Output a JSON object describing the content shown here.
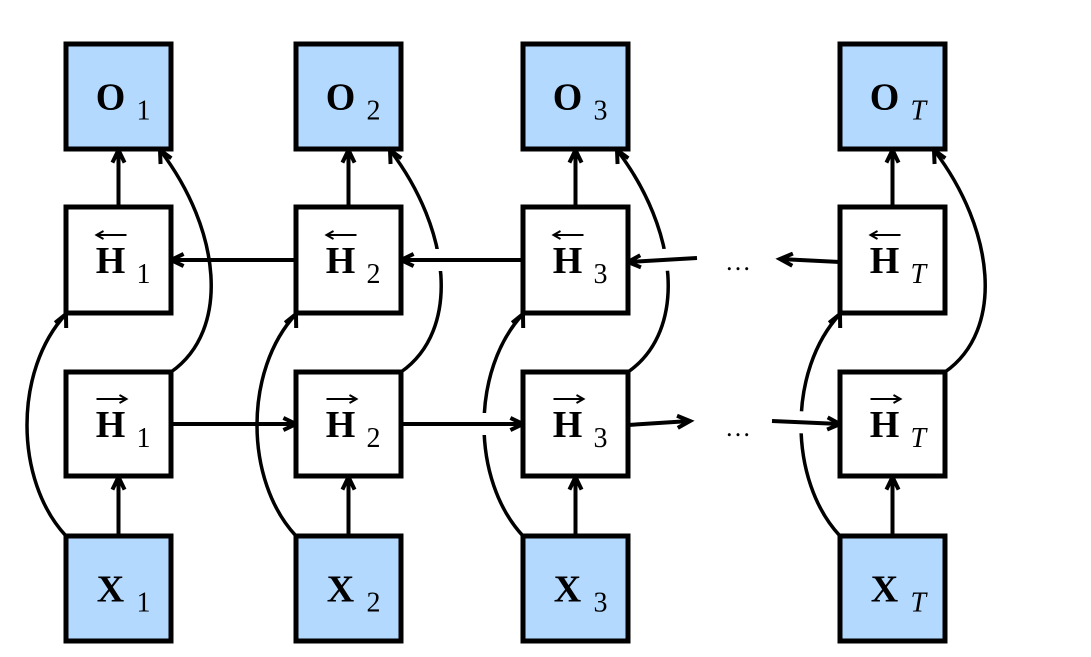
{
  "colors": {
    "input_output_fill": "#b3d9ff",
    "hidden_fill": "#ffffff",
    "stroke": "#000000"
  },
  "symbols": {
    "output": "O",
    "hidden": "H",
    "input": "X",
    "ellipsis": "…"
  },
  "columns": [
    {
      "sub": "1",
      "italic": false
    },
    {
      "sub": "2",
      "italic": false
    },
    {
      "sub": "3",
      "italic": false
    },
    {
      "sub": "T",
      "italic": true
    }
  ]
}
